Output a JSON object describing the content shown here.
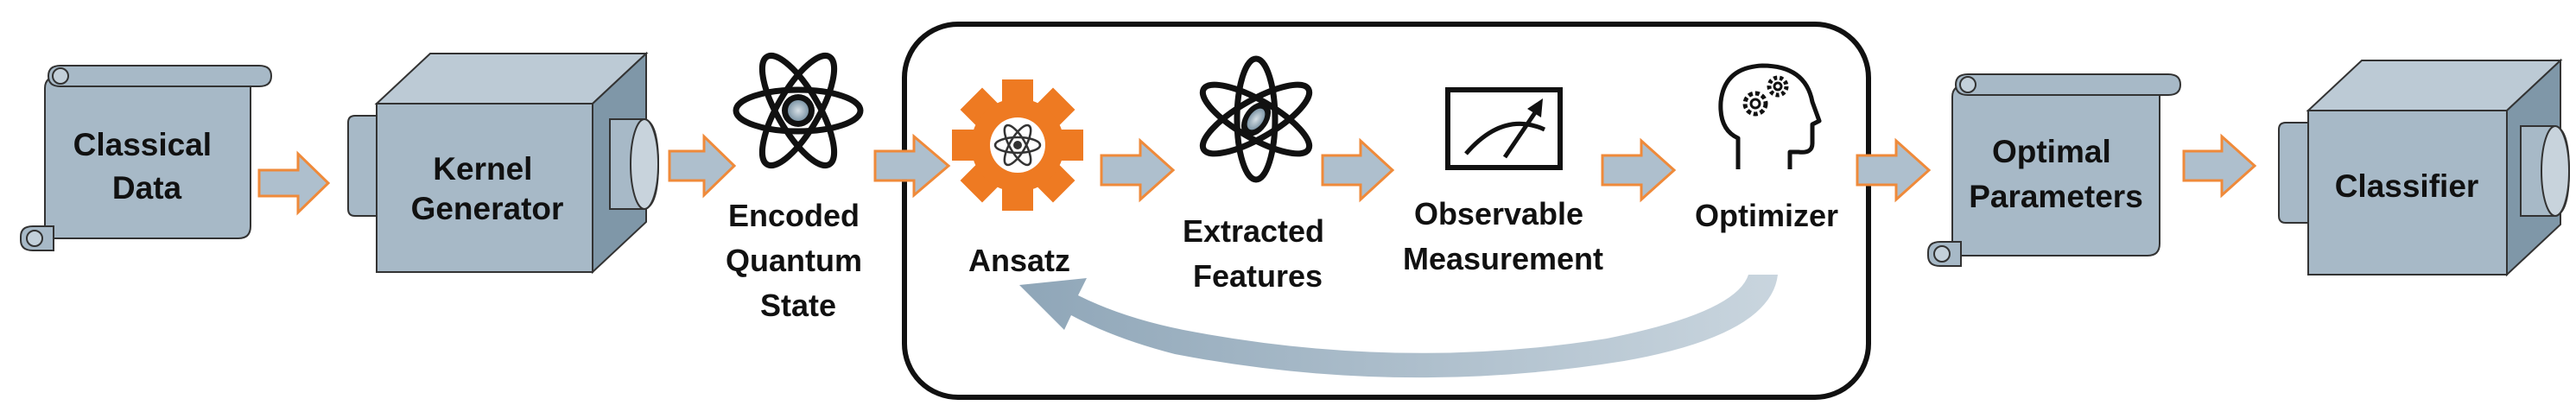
{
  "nodes": {
    "classical_data": {
      "line1": "Classical",
      "line2": "Data"
    },
    "kernel_generator": {
      "line1": "Kernel",
      "line2": "Generator"
    },
    "encoded_state": {
      "line1": "Encoded",
      "line2": "Quantum",
      "line3": "State"
    },
    "ansatz": {
      "line1": "Ansatz"
    },
    "extracted_features": {
      "line1": "Extracted",
      "line2": "Features"
    },
    "observable_measurement": {
      "line1": "Observable",
      "line2": "Measurement"
    },
    "optimizer": {
      "line1": "Optimizer"
    },
    "optimal_parameters": {
      "line1": "Optimal",
      "line2": "Parameters"
    },
    "classifier": {
      "line1": "Classifier"
    }
  },
  "icons": [
    "scroll-icon",
    "cube-icon",
    "atom-icon",
    "gear-atom-icon",
    "atom-icon",
    "meter-icon",
    "head-gears-icon",
    "scroll-icon",
    "cube-icon"
  ],
  "colors": {
    "shape_fill": "#a7b9c7",
    "shape_dark": "#7f97a8",
    "arrow_fill": "#aebfcd",
    "arrow_stroke": "#ef8a3a",
    "gear_orange": "#ee7a22",
    "feedback_arrow": "#9bb0c1",
    "outline": "#111111"
  }
}
